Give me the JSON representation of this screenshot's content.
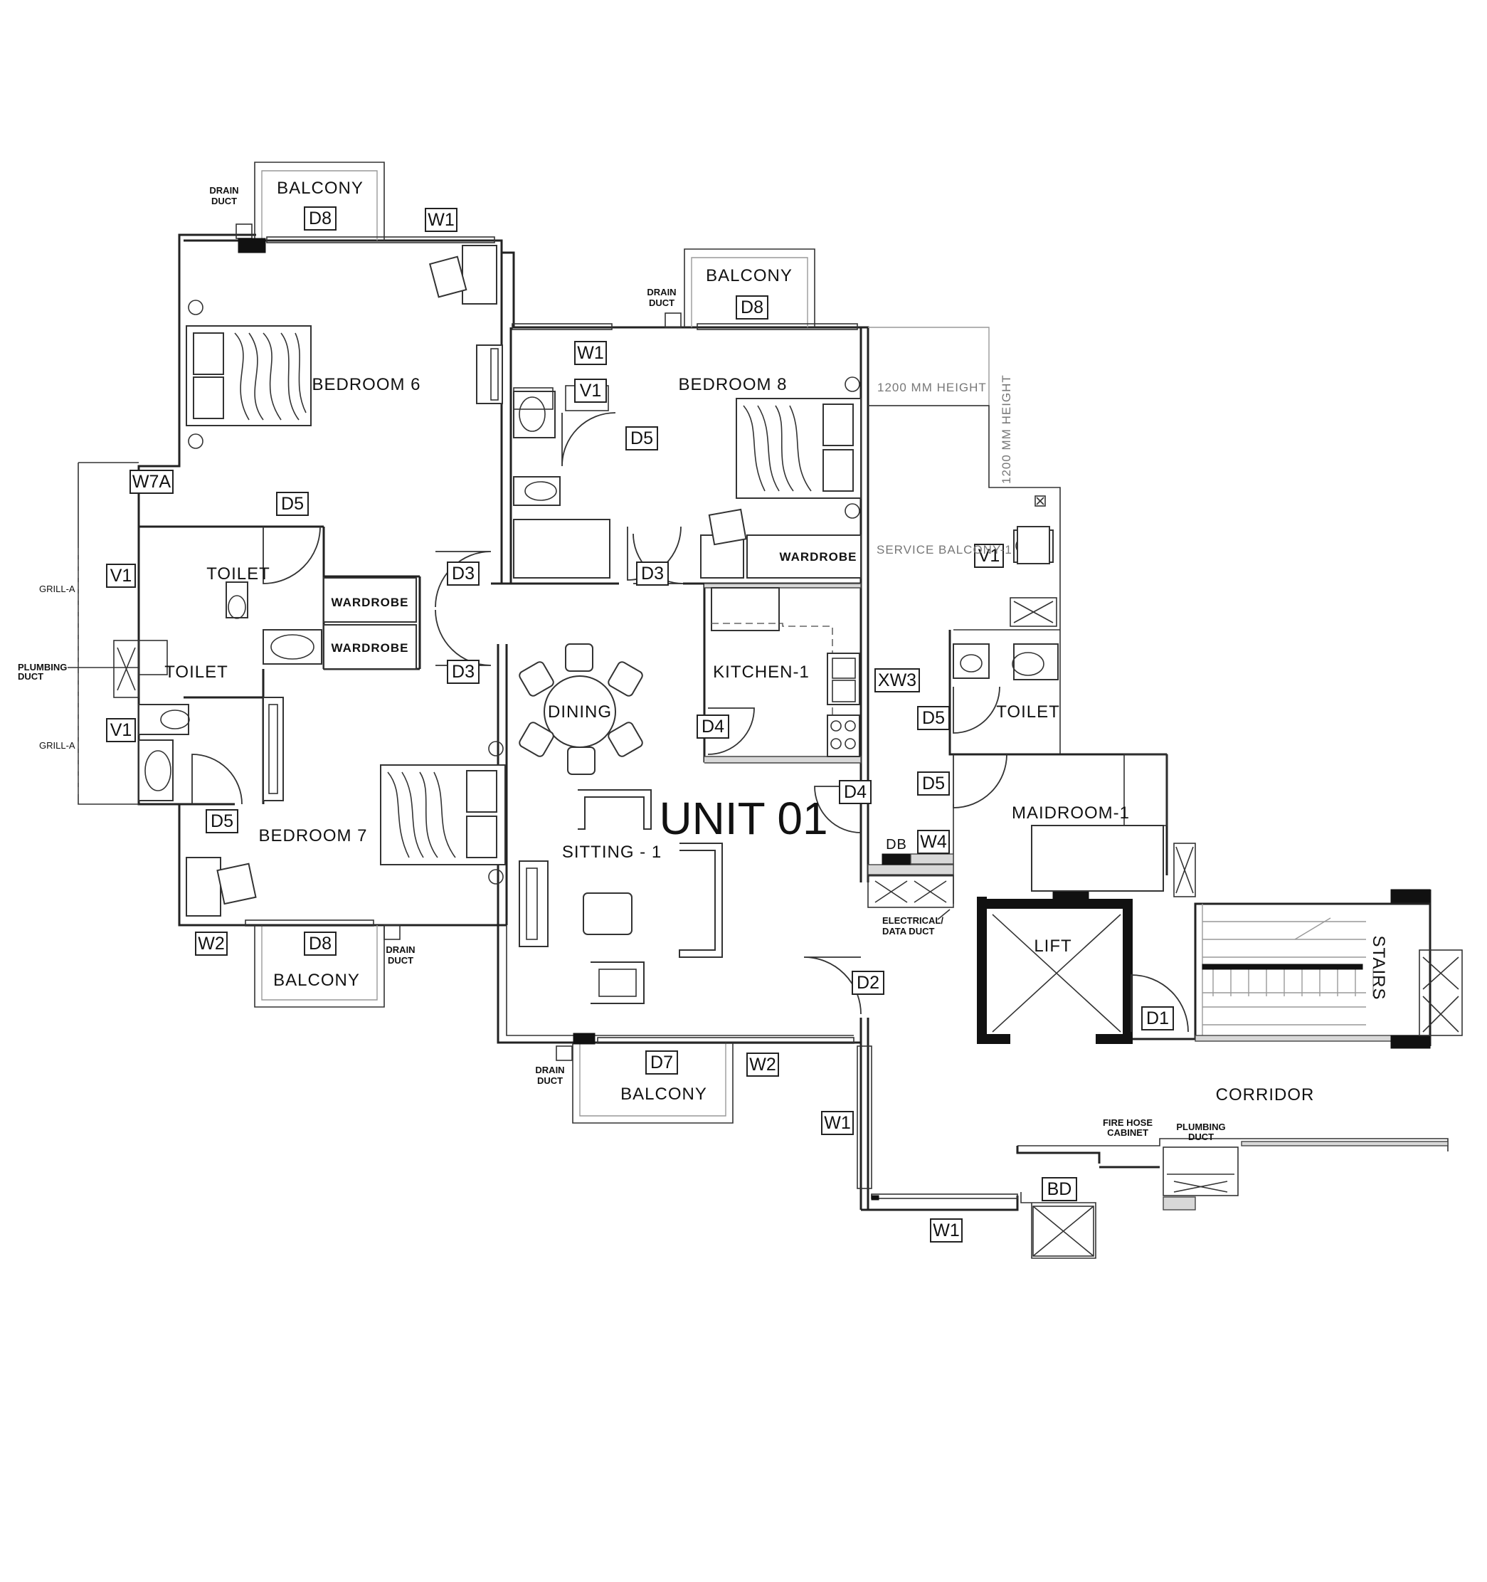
{
  "plan": {
    "unit_title": "UNIT 01",
    "rooms": {
      "bedroom6": "BEDROOM 6",
      "bedroom7": "BEDROOM 7",
      "bedroom8": "BEDROOM 8",
      "toilet_upper": "TOILET",
      "toilet_lower": "TOILET",
      "toilet_right": "TOILET",
      "dining": "DINING",
      "sitting": "SITTING  -  1",
      "kitchen": "KITCHEN-1",
      "maidroom": "MAIDROOM-1",
      "service_balcony": "SERVICE BALCONY-1",
      "lift": "LIFT",
      "stairs": "STAIRS",
      "corridor": "CORRIDOR"
    },
    "balconies": {
      "top_left": "BALCONY",
      "top_mid": "BALCONY",
      "bottom_left": "BALCONY",
      "bottom_mid": "BALCONY"
    },
    "furniture": {
      "wardrobe_bed8": "WARDROBE",
      "wardrobe_1": "WARDROBE",
      "wardrobe_2": "WARDROBE"
    },
    "notes": {
      "drain_duct": [
        "DRAIN",
        "DUCT"
      ],
      "plumbing_duct": [
        "PLUMBING",
        "DUCT"
      ],
      "grill_a": "GRILL-A",
      "height_1200": "1200 MM HEIGHT",
      "electrical_duct": [
        "ELECTRICAL/",
        "DATA DUCT"
      ],
      "fire_hose": [
        "FIRE HOSE",
        "CABINET"
      ],
      "db": "DB"
    },
    "tags": {
      "D1": "D1",
      "D2": "D2",
      "D3": "D3",
      "D4": "D4",
      "D5": "D5",
      "D7": "D7",
      "D8": "D8",
      "W1": "W1",
      "W2": "W2",
      "W4": "W4",
      "W7A": "W7A",
      "V1": "V1",
      "XW3": "XW3",
      "BD": "BD"
    }
  }
}
